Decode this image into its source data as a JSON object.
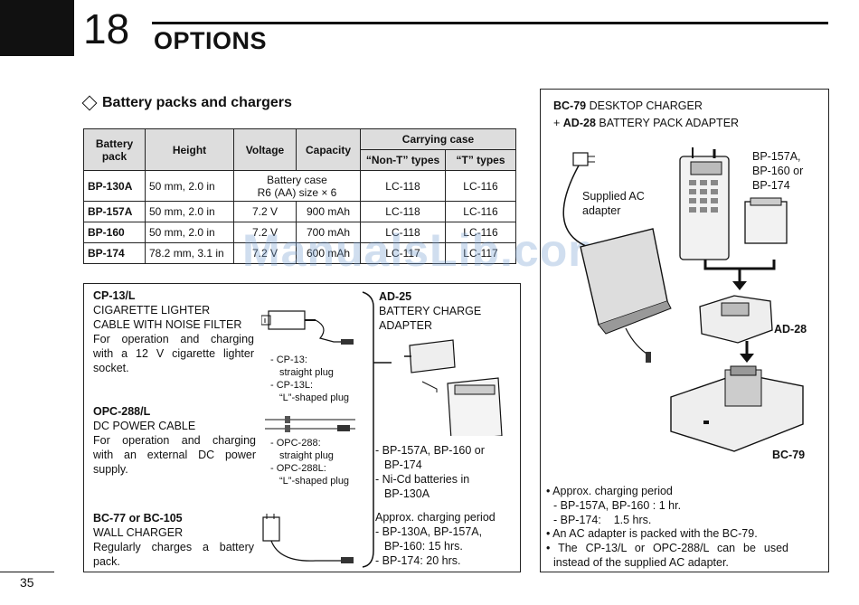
{
  "chapter": {
    "number": "18",
    "title": "OPTIONS"
  },
  "section": {
    "title": "Battery packs and chargers"
  },
  "table": {
    "headers": {
      "pack": "Battery pack",
      "height": "Height",
      "voltage": "Voltage",
      "capacity": "Capacity",
      "carrying": "Carrying case",
      "non_t": "“Non-T” types",
      "t": "“T” types"
    },
    "rows": [
      {
        "model": "BP-130A",
        "height": "50 mm, 2.0 in",
        "voltcap1": "Battery case",
        "voltcap2": "R6 (AA) size × 6",
        "non_t": "LC-118",
        "t": "LC-116"
      },
      {
        "model": "BP-157A",
        "height": "50 mm, 2.0 in",
        "voltage": "7.2 V",
        "capacity": "900 mAh",
        "non_t": "LC-118",
        "t": "LC-116"
      },
      {
        "model": "BP-160",
        "height": "50 mm, 2.0 in",
        "voltage": "7.2 V",
        "capacity": "700 mAh",
        "non_t": "LC-118",
        "t": "LC-116"
      },
      {
        "model": "BP-174",
        "height": "78.2 mm, 3.1 in",
        "voltage": "7.2 V",
        "capacity": "600 mAh",
        "non_t": "LC-117",
        "t": "LC-117"
      }
    ]
  },
  "left_panel": {
    "cp13": {
      "title": "CP-13/L",
      "sub1": "CIGARETTE LIGHTER",
      "sub2": "CABLE WITH NOISE FILTER",
      "desc1": "For operation and charging",
      "desc2": "with a 12 V cigarette lighter",
      "desc3": "socket.",
      "n1": "- CP-13:",
      "n2": "straight plug",
      "n3": "- CP-13L:",
      "n4": "“L”-shaped plug"
    },
    "opc": {
      "title": "OPC-288/L",
      "sub": "DC POWER CABLE",
      "desc1": "For operation and charging",
      "desc2": "with an external DC power",
      "desc3": "supply.",
      "n1": "- OPC-288:",
      "n2": "straight plug",
      "n3": "- OPC-288L:",
      "n4": "“L”-shaped plug"
    },
    "bc77": {
      "title": "BC-77 or BC-105",
      "sub": "WALL CHARGER",
      "desc1": "Regularly charges a battery",
      "desc2": "pack."
    },
    "ad25": {
      "title": "AD-25",
      "sub1": "BATTERY CHARGE",
      "sub2": "ADAPTER",
      "l1": "- BP-157A, BP-160 or",
      "l2": "BP-174",
      "l3": "- Ni-Cd batteries in",
      "l4": "BP-130A",
      "p1": "Approx. charging period",
      "p2": "- BP-130A, BP-157A,",
      "p3": "BP-160: 15 hrs.",
      "p4": "- BP-174: 20 hrs."
    }
  },
  "right_panel": {
    "title1": "BC-79",
    "title1b": " DESKTOP CHARGER",
    "title2a": "+ ",
    "title2": "AD-28",
    "title2b": " BATTERY PACK ADAPTER",
    "supplied1": "Supplied AC",
    "supplied2": "adapter",
    "packs1": "BP-157A,",
    "packs2": "BP-160 or",
    "packs3": "BP-174",
    "ad28": "AD-28",
    "bc79": "BC-79",
    "b1": "• Approx. charging period",
    "b1a": "- BP-157A, BP-160 : 1 hr.",
    "b1b": "- BP-174:    1.5 hrs.",
    "b2": "• An AC adapter is packed with the BC-79.",
    "b3": "• The CP-13/L or OPC-288/L can be used",
    "b3b": "instead of the supplied AC adapter."
  },
  "watermark": "ManualsLib.com",
  "page_number": "35"
}
